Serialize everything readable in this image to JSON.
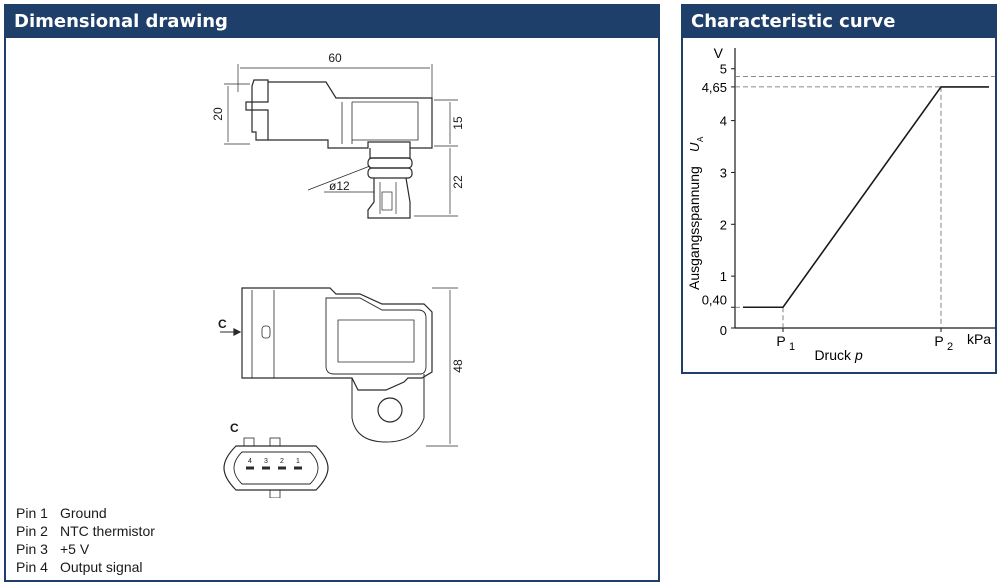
{
  "left_panel": {
    "title": "Dimensional drawing",
    "dims": {
      "width": "60",
      "height_a": "20",
      "height_b": "15",
      "height_c": "22",
      "diameter": "ø12",
      "length": "48"
    },
    "view_label": "C",
    "connector_label": "C",
    "pin_numbers": [
      "4",
      "3",
      "2",
      "1"
    ],
    "pins": [
      {
        "id": "Pin 1",
        "desc": "Ground"
      },
      {
        "id": "Pin 2",
        "desc": "NTC thermistor"
      },
      {
        "id": "Pin 3",
        "desc": "+5 V"
      },
      {
        "id": "Pin 4",
        "desc": "Output signal"
      }
    ]
  },
  "right_panel": {
    "title": "Characteristic curve",
    "y_unit": "V",
    "x_unit": "kPa",
    "ylabel": "Ausgangsspannung",
    "ylabel_symbol": "U",
    "ylabel_sub": "A",
    "xlabel": "Druck",
    "xlabel_symbol": "p",
    "y_ticks": [
      "0",
      "0,40",
      "1",
      "2",
      "3",
      "4",
      "4,65",
      "5"
    ],
    "x_ticks": [
      "P",
      "P"
    ],
    "x_tick_subs": [
      "1",
      "2"
    ]
  },
  "chart_data": {
    "type": "line",
    "title": "Characteristic curve",
    "xlabel": "Druck p",
    "ylabel": "Ausgangsspannung U_A",
    "x_categories": [
      "P1",
      "P2"
    ],
    "series": [
      {
        "x": [
          "0",
          "P1",
          "P2",
          "max"
        ],
        "values": [
          0.4,
          0.4,
          4.65,
          4.65
        ]
      }
    ],
    "reference_levels": [
      0.4,
      4.65,
      4.85
    ],
    "ylim": [
      0,
      5.4
    ],
    "y_unit": "V",
    "x_unit": "kPa",
    "grid": false
  }
}
